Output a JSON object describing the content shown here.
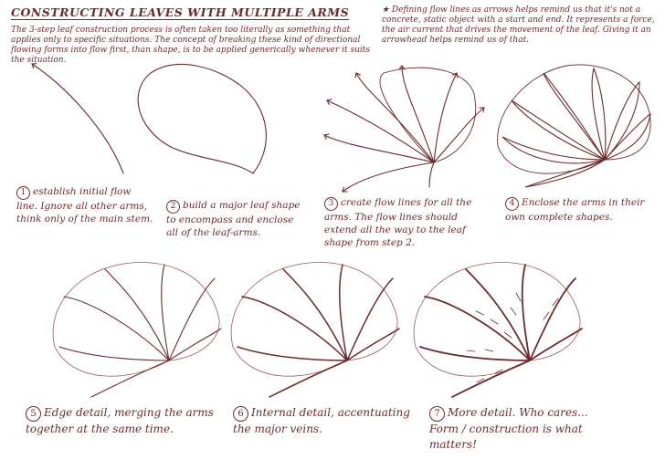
{
  "title": "Constructing leaves with multiple arms",
  "intro": "The 3-step leaf construction process is often taken too literally as something that applies only to specific situations. The concept of breaking these kind of directional flowing forms into flow first, than shape, is to be applied generically whenever it suits the situation.",
  "note": "★ Defining flow lines as arrows helps remind us that it's not a concrete, static object with a start and end. It represents a force, the air current that drives the movement of the leaf. Giving it an arrowhead helps remind us of that.",
  "steps": [
    {
      "num": "1",
      "text": "establish initial flow line. Ignore all other arms, think only of the main stem."
    },
    {
      "num": "2",
      "text": "build a major leaf shape to encompass and enclose all of the leaf-arms."
    },
    {
      "num": "3",
      "text": "create flow lines for all the arms. The flow lines should extend all the way to the leaf shape from step 2."
    },
    {
      "num": "4",
      "text": "Enclose the arms in their own complete shapes."
    },
    {
      "num": "5",
      "text": "Edge detail, merging the arms together at the same time."
    },
    {
      "num": "6",
      "text": "Internal detail, accentuating the major veins."
    },
    {
      "num": "7",
      "text": "More detail. Who cares... Form / construction is what matters!"
    }
  ],
  "colors": {
    "ink": "#6b2a2a",
    "light_ink": "#9a5a5a",
    "paper": "#ffffff"
  }
}
